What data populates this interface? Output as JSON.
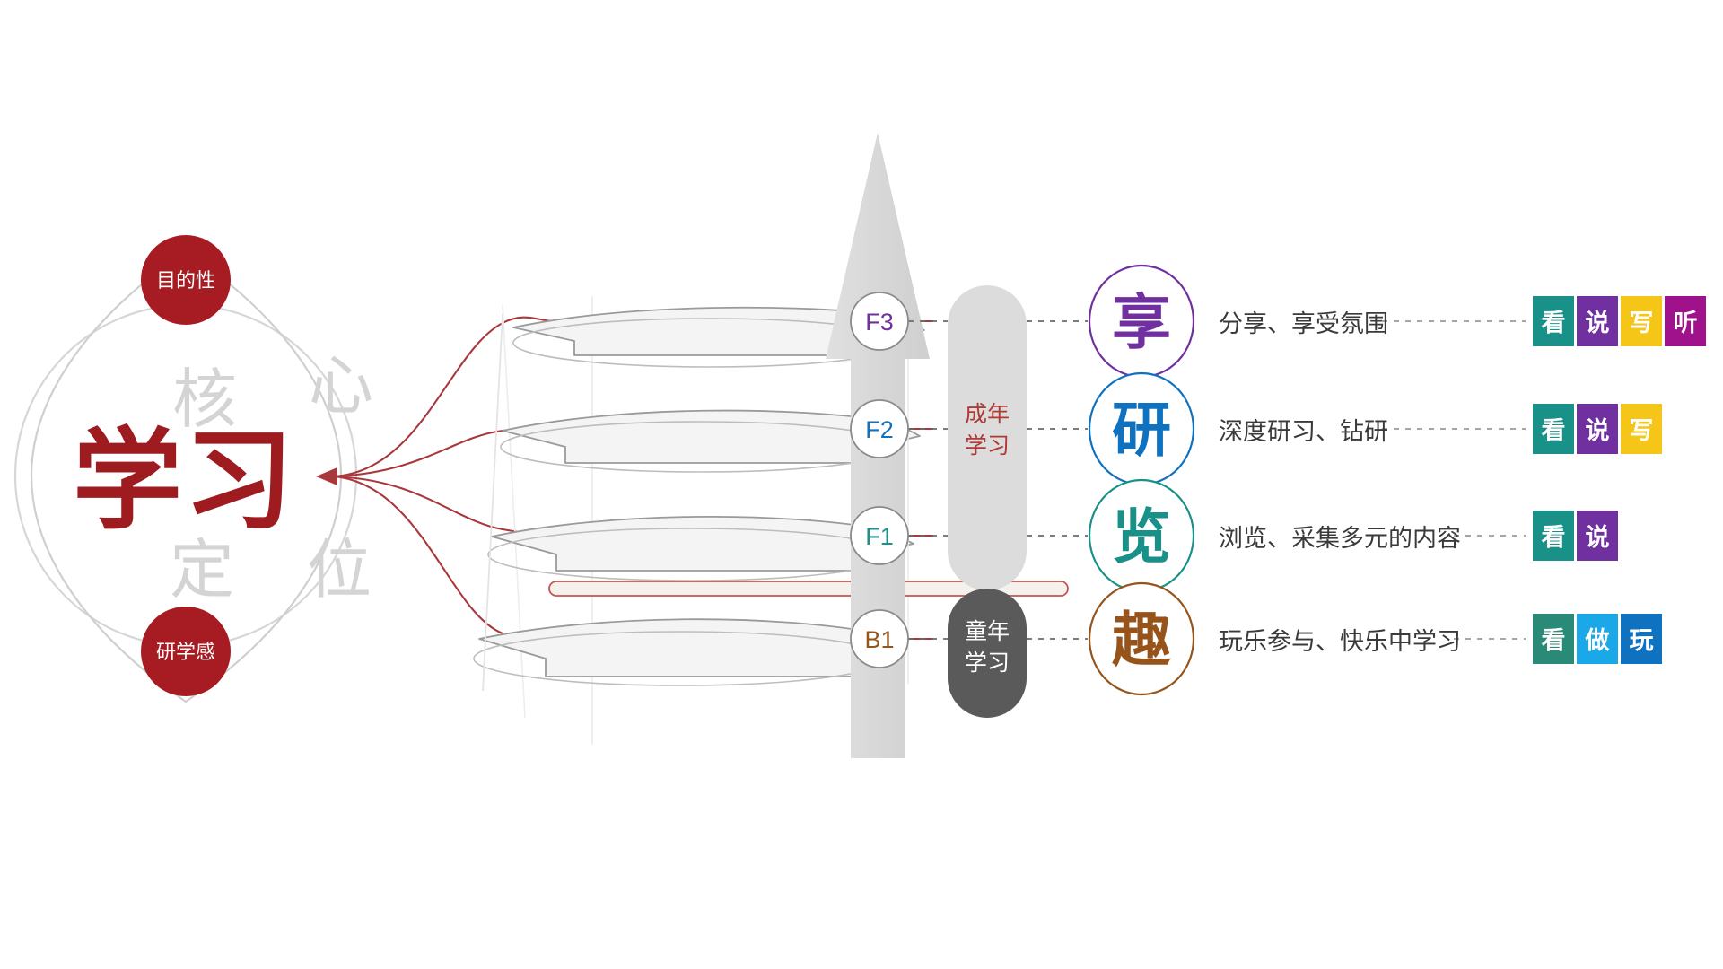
{
  "core": {
    "main_text": "学习",
    "watermark": [
      "核",
      "心",
      "定",
      "位"
    ],
    "top_badge": "目的性",
    "bottom_badge": "研学感",
    "accent_color": "#9e1b1f",
    "badge_color": "#a61c22",
    "outline_color": "#cfcfcf"
  },
  "stages": [
    {
      "code": "F3",
      "code_color": "#7030a0"
    },
    {
      "code": "F2",
      "code_color": "#0f72c0"
    },
    {
      "code": "F1",
      "code_color": "#1a9188"
    },
    {
      "code": "B1",
      "code_color": "#96541a"
    }
  ],
  "pills": [
    {
      "label_line1": "成年",
      "label_line2": "学习",
      "fill": "#dcdcdc",
      "text_color": "#b03a35"
    },
    {
      "label_line1": "童年",
      "label_line2": "学习",
      "fill": "#5a5a5a",
      "text_color": "#ffffff"
    }
  ],
  "rows": [
    {
      "glyph": "享",
      "color": "#7030a0",
      "description": "分享、享受氛围",
      "tags": [
        {
          "label": "看",
          "color": "#1a9188"
        },
        {
          "label": "说",
          "color": "#7030a0"
        },
        {
          "label": "写",
          "color": "#f5c518"
        },
        {
          "label": "听",
          "color": "#a0128c"
        }
      ]
    },
    {
      "glyph": "研",
      "color": "#0f72c0",
      "description": "深度研习、钻研",
      "tags": [
        {
          "label": "看",
          "color": "#1a9188"
        },
        {
          "label": "说",
          "color": "#7030a0"
        },
        {
          "label": "写",
          "color": "#f5c518"
        }
      ]
    },
    {
      "glyph": "览",
      "color": "#1a9188",
      "description": "浏览、采集多元的内容",
      "tags": [
        {
          "label": "看",
          "color": "#1a9188"
        },
        {
          "label": "说",
          "color": "#7030a0"
        }
      ]
    },
    {
      "glyph": "趣",
      "color": "#96541a",
      "description": "玩乐参与、快乐中学习",
      "tags": [
        {
          "label": "看",
          "color": "#2a8a78"
        },
        {
          "label": "做",
          "color": "#1aa8e8"
        },
        {
          "label": "玩",
          "color": "#0f72c0"
        }
      ]
    }
  ]
}
